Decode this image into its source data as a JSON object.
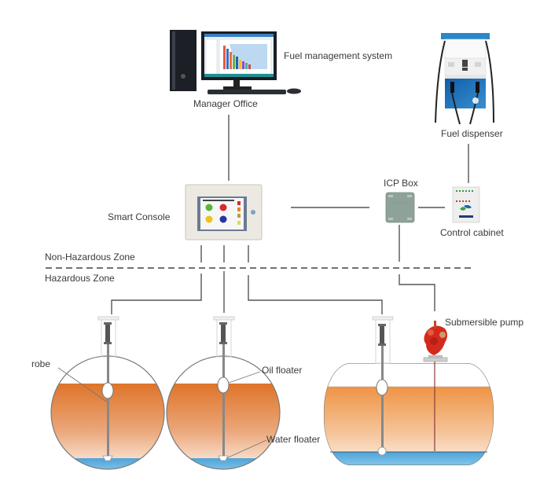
{
  "title": "Fuel tank monitoring system diagram",
  "nodes": {
    "manager_office": "Manager Office",
    "fuel_management_system": "Fuel  management system",
    "fuel_dispenser": "Fuel dispenser",
    "smart_console": "Smart Console",
    "icp_box": "ICP Box",
    "control_cabinet": "Control cabinet",
    "submersible_pump": "Submersible pump"
  },
  "zones": {
    "non_hazardous": "Non-Hazardous Zone",
    "hazardous": "Hazardous Zone"
  },
  "tank_labels": {
    "probe": "robe",
    "oil_floater": "Oil floater",
    "water_floater": "Water floater"
  },
  "colors": {
    "fuel_top": "#e07a2e",
    "fuel_bottom": "#fbe9dc",
    "water": "#5aaedc",
    "pump_red": "#d32a1e",
    "line": "#555555",
    "dispenser_blue": "#1e6fb5"
  }
}
